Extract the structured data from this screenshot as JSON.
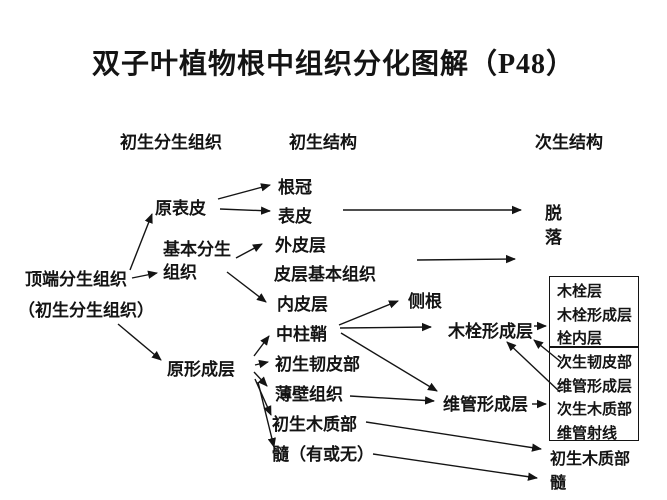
{
  "title": "双子叶植物根中组织分化图解（P48）",
  "columns": {
    "primary_meristem": "初生分生组织",
    "primary_structure": "初生结构",
    "secondary_structure": "次生结构"
  },
  "nodes": {
    "apical_meristem": "顶端分生组织",
    "apical_meristem_sub": "（初生分生组织）",
    "protoderm": "原表皮",
    "ground_meristem": "基本分生\n组织",
    "procambium": "原形成层",
    "root_cap": "根冠",
    "epidermis": "表皮",
    "exodermis": "外皮层",
    "cortex_ground_tissue": "皮层基本组织",
    "endodermis": "内皮层",
    "pericycle": "中柱鞘",
    "primary_phloem": "初生韧皮部",
    "parenchyma": "薄壁组织",
    "primary_xylem": "初生木质部",
    "pith": "髓（有或无）",
    "lateral_root": "侧根",
    "cork_cambium": "木栓形成层",
    "vascular_cambium": "维管形成层",
    "shedding": "脱\n落",
    "box1_items": [
      "木栓层",
      "木栓形成层",
      "栓内层"
    ],
    "box2_items": [
      "次生韧皮部",
      "维管形成层",
      "次生木质部",
      "维管射线"
    ],
    "secondary_primary_xylem": "初生木质部",
    "secondary_pith": "髓"
  },
  "connections": [
    {
      "from": "顶端分生组织",
      "to": "原表皮"
    },
    {
      "from": "顶端分生组织",
      "to": "基本分生组织"
    },
    {
      "from": "顶端分生组织（初生分生组织）",
      "to": "原形成层"
    },
    {
      "from": "原表皮",
      "to": "根冠"
    },
    {
      "from": "原表皮",
      "to": "表皮"
    },
    {
      "from": "表皮",
      "to": "脱落"
    },
    {
      "from": "基本分生组织",
      "to": "外皮层"
    },
    {
      "from": "基本分生组织",
      "to": "内皮层"
    },
    {
      "from": "皮层基本组织",
      "to": "（向右箭头）"
    },
    {
      "from": "原形成层",
      "to": "中柱鞘"
    },
    {
      "from": "原形成层",
      "to": "初生韧皮部"
    },
    {
      "from": "原形成层",
      "to": "薄壁组织"
    },
    {
      "from": "原形成层",
      "to": "初生木质部"
    },
    {
      "from": "原形成层",
      "to": "髓（有或无）"
    },
    {
      "from": "中柱鞘",
      "to": "侧根"
    },
    {
      "from": "中柱鞘",
      "to": "木栓形成层"
    },
    {
      "from": "中柱鞘",
      "to": "维管形成层"
    },
    {
      "from": "薄壁组织",
      "to": "维管形成层"
    },
    {
      "from": "木栓形成层",
      "to": "木栓层/木栓形成层/栓内层（框1）"
    },
    {
      "from": "维管形成层",
      "to": "次生韧皮部/维管形成层/次生木质部/维管射线（框2）"
    },
    {
      "from": "次生韧皮部（框2）",
      "to": "木栓形成层"
    },
    {
      "from": "维管形成层（框2）",
      "to": "木栓形成层"
    },
    {
      "from": "初生木质部",
      "to": "初生木质部（次生结构）"
    },
    {
      "from": "髓（有或无）",
      "to": "髓（次生结构）"
    }
  ],
  "colors": {
    "background": "#ffffff",
    "text": "#141414",
    "line": "#141414"
  }
}
